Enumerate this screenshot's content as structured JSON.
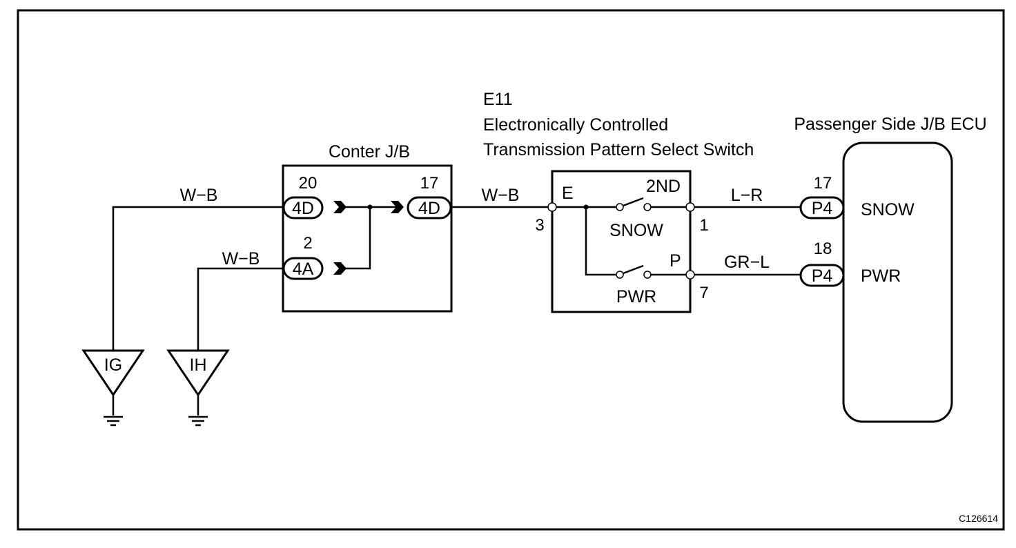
{
  "center_jb": {
    "title": "Conter J/B",
    "left_pin_top": "20",
    "left_conn_top": "4D",
    "left_pin_bottom": "2",
    "left_conn_bottom": "4A",
    "right_pin": "17",
    "right_conn": "4D"
  },
  "switch": {
    "id": "E11",
    "name_line1": "Electronically Controlled",
    "name_line2": "Transmission Pattern Select Switch",
    "terminal_e": "E",
    "terminal_2nd": "2ND",
    "terminal_p": "P",
    "contact_snow": "SNOW",
    "contact_pwr": "PWR",
    "pin_in": "3",
    "pin_snow": "1",
    "pin_pwr": "7"
  },
  "ecu": {
    "title": "Passenger Side J/B ECU",
    "pin_snow": "17",
    "conn_snow": "P4",
    "label_snow": "SNOW",
    "pin_pwr": "18",
    "conn_pwr": "P4",
    "label_pwr": "PWR"
  },
  "wires": {
    "ig_to_jb": "W−B",
    "ih_to_jb": "W−B",
    "jb_to_switch": "W−B",
    "snow_wire": "L−R",
    "pwr_wire": "GR−L"
  },
  "grounds": {
    "ig": "IG",
    "ih": "IH"
  },
  "figure_code": "C126614"
}
